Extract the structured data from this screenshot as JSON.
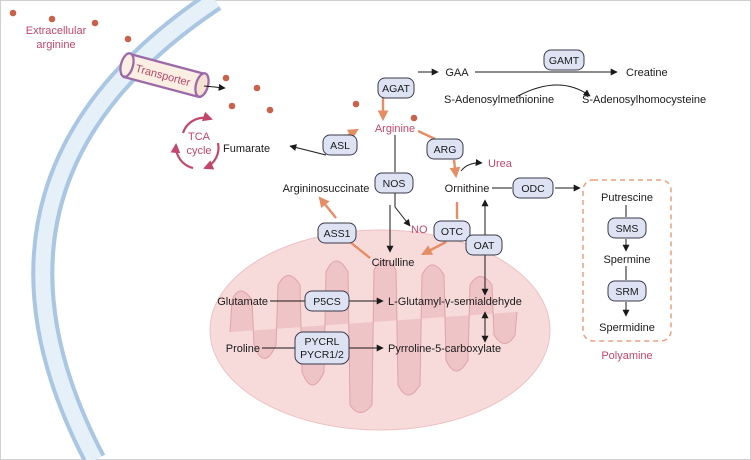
{
  "extracellular": {
    "line1": "Extracellular",
    "line2": "arginine"
  },
  "transporter": "Transporter",
  "tca": {
    "line1": "TCA",
    "line2": "cycle"
  },
  "metabolites": {
    "fumarate": "Fumarate",
    "arginine": "Arginine",
    "gaa": "GAA",
    "creatine": "Creatine",
    "sam": "S-Adenosylmethionine",
    "sah": "S-Adenosylhomocysteine",
    "urea": "Urea",
    "ornithine": "Ornithine",
    "argininosuccinate": "Argininosuccinate",
    "no": "NO",
    "citrulline": "Citrulline",
    "glutamate": "Glutamate",
    "glutamyl": "L-Glutamyl-γ-semialdehyde",
    "proline": "Proline",
    "p5c": "Pyrroline-5-carboxylate",
    "putrescine": "Putrescine",
    "spermine": "Spermine",
    "spermidine": "Spermidine",
    "polyamine": "Polyamine"
  },
  "enzymes": {
    "agat": "AGAT",
    "gamt": "GAMT",
    "asl": "ASL",
    "arg": "ARG",
    "nos": "NOS",
    "odc": "ODC",
    "ass1": "ASS1",
    "otc": "OTC",
    "oat": "OAT",
    "sms": "SMS",
    "srm": "SRM",
    "p5cs": "P5CS",
    "pycrl": "PYCRL",
    "pycr12": "PYCR1/2"
  },
  "colors": {
    "membrane": "#a9c6e2",
    "mitochondrion": "#f7dada",
    "cristae": "#e9b3b8",
    "enzyme_fill": "#dde3f3",
    "orange_arrow": "#e58d64",
    "pink_text": "#c2476a",
    "dot": "#c7634a"
  }
}
